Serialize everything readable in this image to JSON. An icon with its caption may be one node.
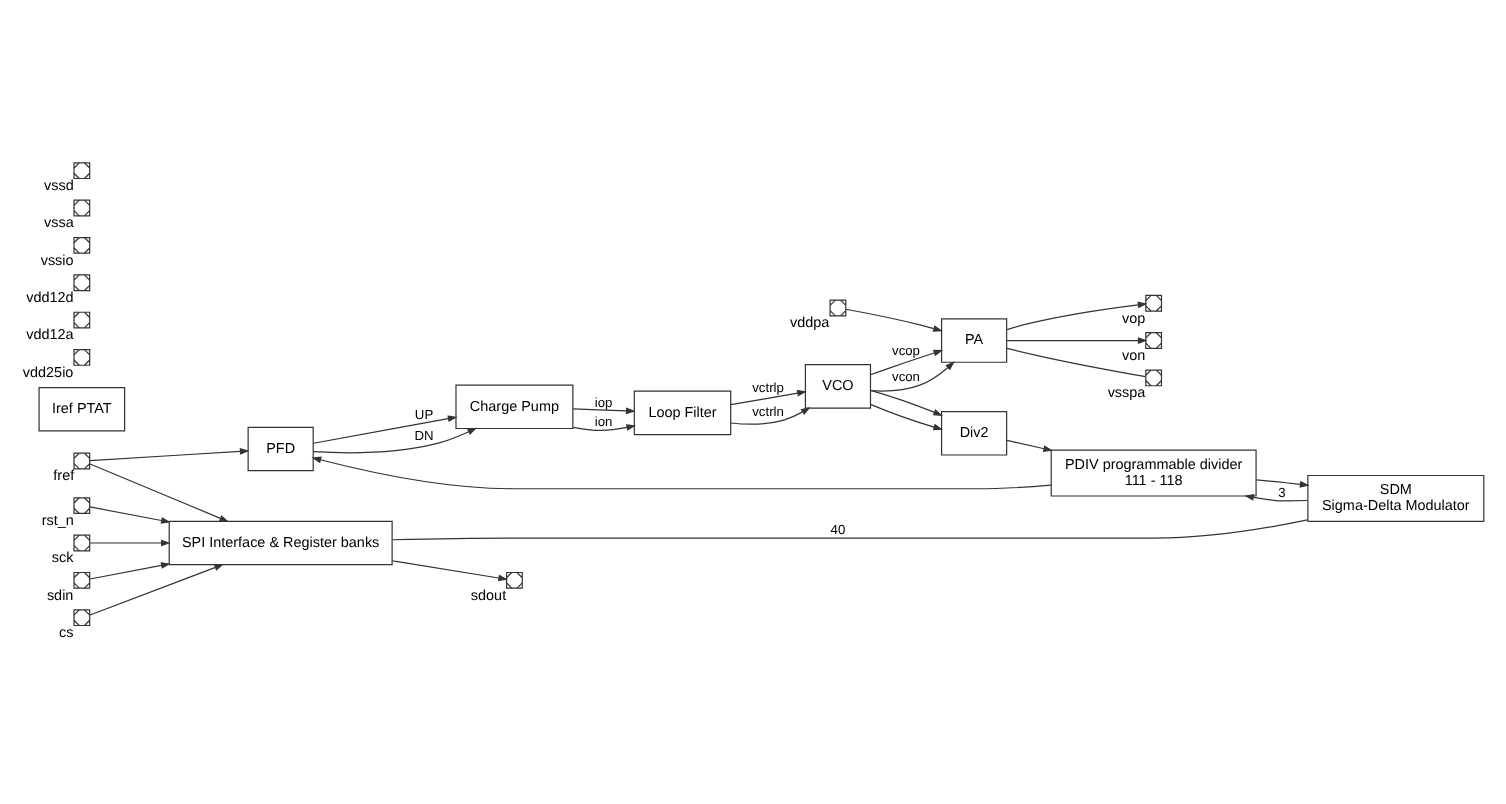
{
  "diagram": {
    "nodes": [
      {
        "text": [
          "PFD"
        ]
      },
      {
        "text": [
          "Charge Pump"
        ]
      },
      {
        "text": [
          "Loop Filter"
        ]
      },
      {
        "text": [
          "VCO"
        ]
      },
      {
        "text": [
          "PA"
        ]
      },
      {
        "text": [
          "PDIV programmable divider",
          "111 - 118"
        ]
      },
      {
        "text": [
          "Div2"
        ]
      },
      {
        "text": [
          "SPI Interface & Register banks"
        ]
      },
      {
        "text": [
          "SDM",
          "Sigma-Delta Modulator"
        ]
      },
      {
        "text": [
          "Iref PTAT"
        ]
      },
      {
        "text": [],
        "shape": "box",
        "beside": [
          "vdd25io"
        ]
      },
      {
        "text": [],
        "shape": "box",
        "beside": [
          "vdd12a"
        ]
      },
      {
        "text": [],
        "shape": "box",
        "beside": [
          "vdd12d"
        ]
      },
      {
        "text": [],
        "shape": "box",
        "beside": [
          "vddpa"
        ]
      },
      {
        "text": [],
        "shape": "box",
        "beside": [
          "fref"
        ]
      },
      {
        "text": [],
        "shape": "box",
        "beside": [
          "vop"
        ]
      },
      {
        "text": [],
        "shape": "box",
        "beside": [
          "von"
        ]
      },
      {
        "text": [],
        "shape": "box",
        "beside": [
          "rst_n"
        ]
      },
      {
        "text": [],
        "shape": "box",
        "beside": [
          "sck"
        ]
      },
      {
        "text": [],
        "shape": "box",
        "beside": [
          "sdin"
        ]
      },
      {
        "text": [],
        "shape": "box",
        "beside": [
          "cs"
        ]
      },
      {
        "text": [],
        "shape": "box",
        "beside": [
          "sdout"
        ]
      },
      {
        "text": [],
        "shape": "box",
        "beside": [
          "vssio"
        ]
      },
      {
        "text": [],
        "shape": "box",
        "beside": [
          "vssa"
        ]
      },
      {
        "text": [],
        "shape": "box",
        "beside": [
          "vssd"
        ]
      },
      {
        "text": [],
        "shape": "box",
        "beside": [
          "vsspa"
        ]
      }
    ],
    "edges": [
      {
        "from": 14,
        "to": 0,
        "arrow": "to"
      },
      {
        "from": 14,
        "to": 7,
        "arrow": "to"
      },
      {
        "from": 0,
        "to": 1,
        "arrow": "to",
        "label": "UP"
      },
      {
        "from": 0,
        "to": 1,
        "arrow": "to",
        "label": "DN"
      },
      {
        "from": 1,
        "to": 2,
        "arrow": "to",
        "label": "iop"
      },
      {
        "from": 1,
        "to": 2,
        "arrow": "to",
        "label": "ion"
      },
      {
        "from": 2,
        "to": 3,
        "arrow": "to",
        "label": "vctrlp"
      },
      {
        "from": 2,
        "to": 3,
        "arrow": "to",
        "label": "vctrln"
      },
      {
        "from": 3,
        "to": 4,
        "arrow": "to",
        "label": "vcop"
      },
      {
        "from": 3,
        "to": 4,
        "arrow": "to",
        "label": "vcon"
      },
      {
        "from": 3,
        "to": 6,
        "arrow": "to"
      },
      {
        "from": 3,
        "to": 6,
        "arrow": "to"
      },
      {
        "from": 6,
        "to": 5,
        "arrow": "to"
      },
      {
        "from": 5,
        "to": 0,
        "arrow": "to"
      },
      {
        "from": 5,
        "to": 8,
        "arrow": "to"
      },
      {
        "from": 8,
        "to": 5,
        "arrow": "to",
        "label": "3"
      },
      {
        "from": 7,
        "to": 8,
        "arrow": "none",
        "label": "40"
      },
      {
        "from": 13,
        "to": 4,
        "arrow": "to"
      },
      {
        "from": 4,
        "to": 15,
        "arrow": "to"
      },
      {
        "from": 4,
        "to": 16,
        "arrow": "to"
      },
      {
        "from": 17,
        "to": 7,
        "arrow": "to"
      },
      {
        "from": 18,
        "to": 7,
        "arrow": "to"
      },
      {
        "from": 19,
        "to": 7,
        "arrow": "to"
      },
      {
        "from": 20,
        "to": 7,
        "arrow": "to"
      },
      {
        "from": 7,
        "to": 21,
        "arrow": "to"
      },
      {
        "from": 4,
        "to": 25,
        "arrow": "none"
      }
    ]
  }
}
